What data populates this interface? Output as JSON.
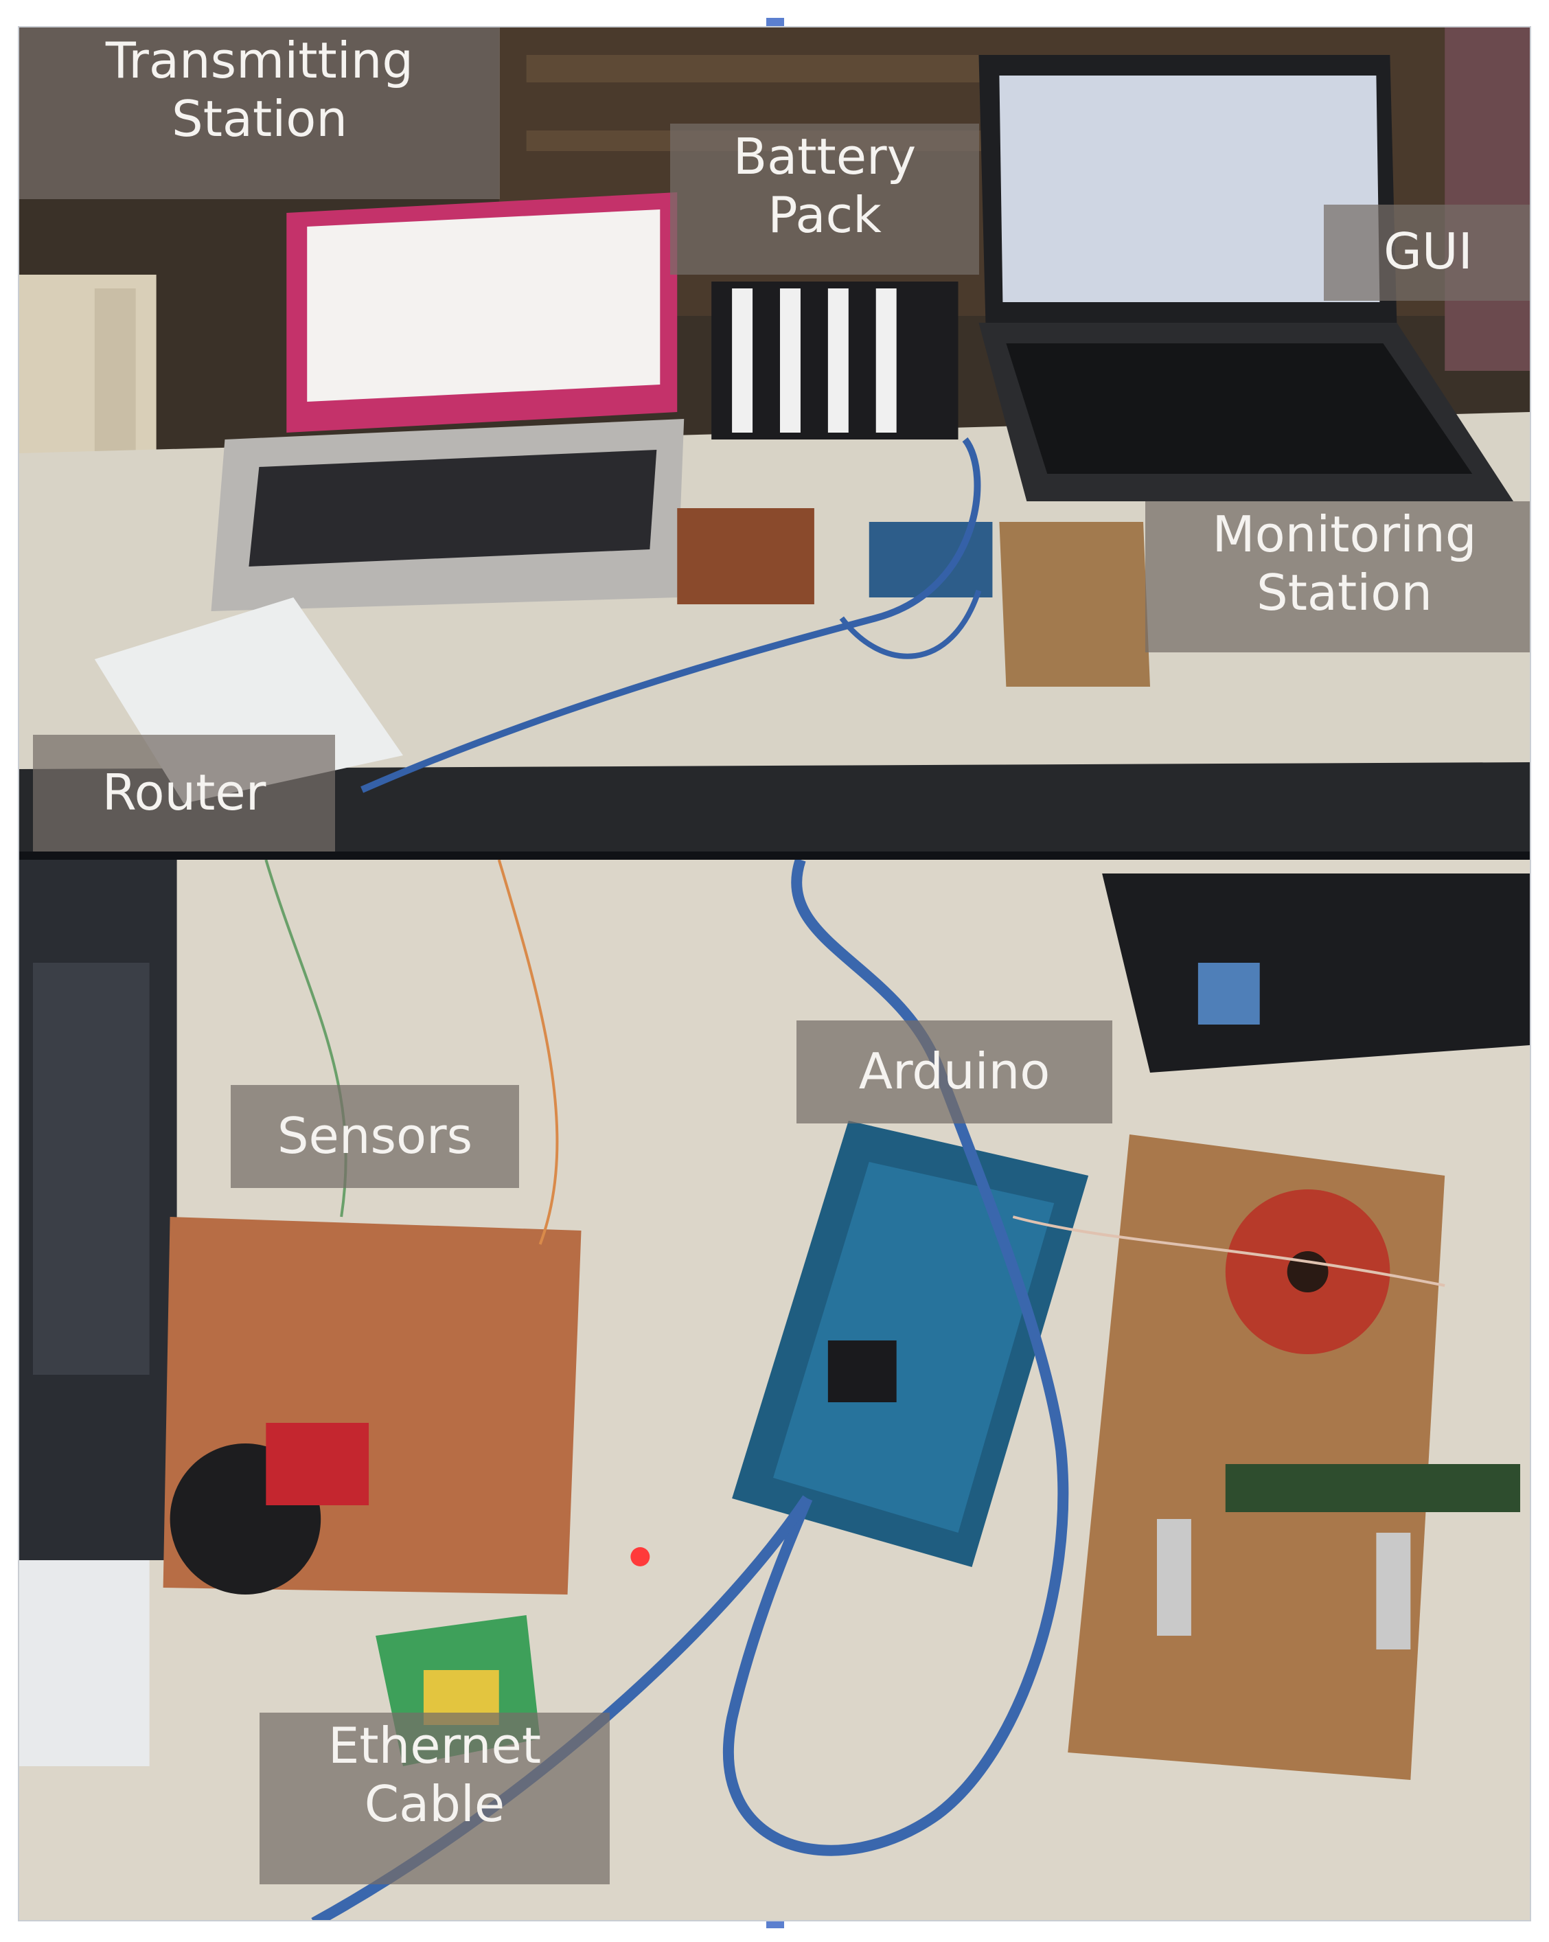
{
  "labels": {
    "transmitting_station": "Transmitting\nStation",
    "battery_pack": "Battery\nPack",
    "gui": "GUI",
    "monitoring_station": "Monitoring\nStation",
    "router": "Router",
    "arduino": "Arduino",
    "sensors": "Sensors",
    "ethernet_cable": "Ethernet\nCable"
  }
}
